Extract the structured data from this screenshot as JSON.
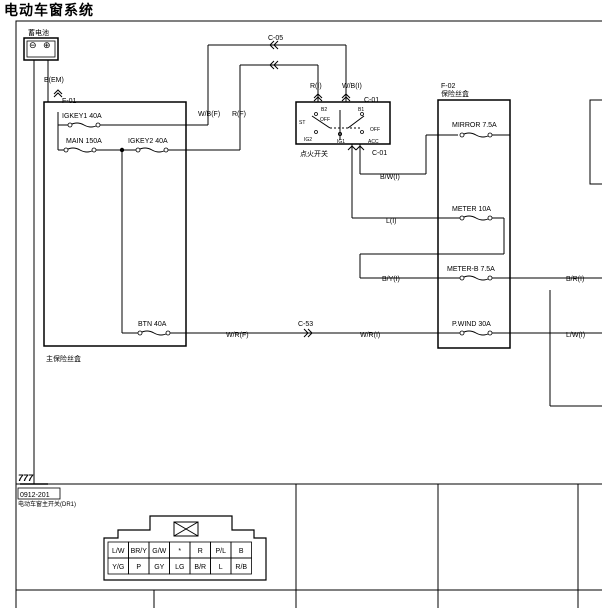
{
  "page_title": "电动车窗系统",
  "battery": {
    "label": "蓄电池",
    "neg": "⊖",
    "pos": "⊕"
  },
  "wires": {
    "b_em": "B(EM)",
    "w_b_f": "W/B(F)",
    "r_f": "R(F)",
    "r_i": "R(I)",
    "w_b_i": "W/B(I)",
    "b_w_i": "B/W(I)",
    "l_i": "L(I)",
    "b_y_i": "B/Y(I)",
    "b_r_i": "B/R(I)",
    "w_r_f": "W/R(F)",
    "w_r_i": "W/R(I)",
    "l_w_i": "L/W(I)"
  },
  "connectors": {
    "f01": "F-01",
    "c05": "C-05",
    "c01_top": "C-01",
    "c01_bottom": "C-01",
    "c53": "C-53",
    "f02": "F-02"
  },
  "main_fuse_box": {
    "label": "主保险丝盒",
    "fuses": {
      "igkey1": "IGKEY1 40A",
      "main": "MAIN 150A",
      "igkey2": "IGKEY2 40A",
      "btn": "BTN 40A"
    }
  },
  "ignition_switch": {
    "label": "点火开关",
    "pins": {
      "b2": "B2",
      "b1": "B1",
      "st": "ST",
      "off_left": "OFF",
      "off_right": "OFF",
      "ig2": "IG2",
      "ig1": "IG1",
      "acc": "ACC"
    }
  },
  "fuse_box": {
    "label": "保险丝盒",
    "fuses": {
      "mirror": "MIRROR 7.5A",
      "meter": "METER 10A",
      "meter_b": "METER-B 7.5A",
      "p_wind": "P.WIND 30A"
    }
  },
  "ground": {
    "symbol": "777",
    "code": "0912-201"
  },
  "switch_connector": {
    "label": "电动车窗主开关(DR1)",
    "row1": [
      "L/W",
      "BR/Y",
      "G/W",
      "*",
      "R",
      "P/L",
      "B"
    ],
    "row2": [
      "Y/G",
      "P",
      "GY",
      "LG",
      "B/R",
      "L",
      "R/B"
    ]
  }
}
